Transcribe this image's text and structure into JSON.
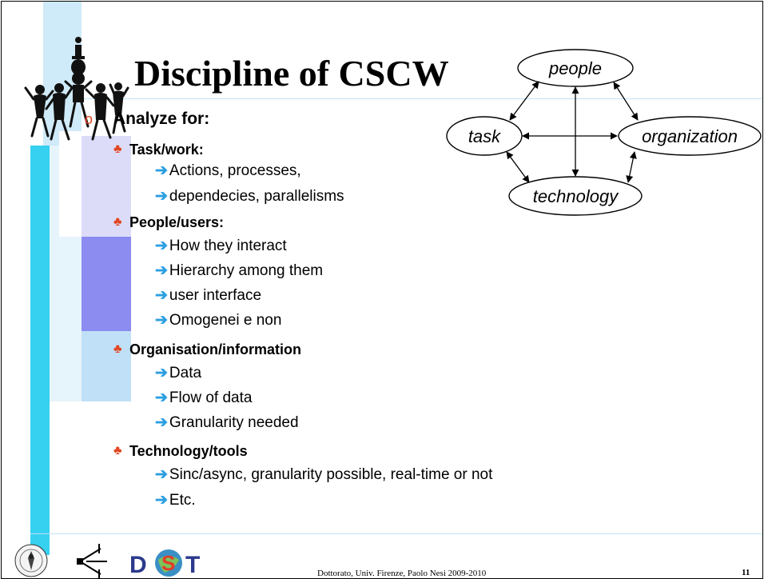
{
  "slide": {
    "title": "Discipline of CSCW",
    "heading": "Analyze for:",
    "sections": [
      {
        "label": "Task/work:",
        "items": [
          "Actions, processes,",
          "dependecies, parallelisms"
        ]
      },
      {
        "label": "People/users:",
        "items": [
          "How they interact",
          "Hierarchy among them",
          "user interface",
          "Omogenei e non"
        ]
      },
      {
        "label": "Organisation/information",
        "items": [
          "Data",
          "Flow of data",
          "Granularity needed"
        ]
      },
      {
        "label": "Technology/tools",
        "items": [
          "Sinc/async, granularity possible, real-time or not",
          "Etc."
        ]
      }
    ]
  },
  "diagram": {
    "nodes": {
      "people": "people",
      "task": "task",
      "organization": "organization",
      "technology": "technology"
    }
  },
  "footer": {
    "text": "Dottorato, Univ. Firenze, Paolo Nesi 2009-2010",
    "page_number": "11",
    "logo_text": "DSIT"
  },
  "colors": {
    "accent": "#2c9fe0",
    "bullet": "#e2441f",
    "bar_dark": "#8b8bf0",
    "bar_light": "#cbeaf8",
    "bar_cyan": "#36d0f0"
  }
}
